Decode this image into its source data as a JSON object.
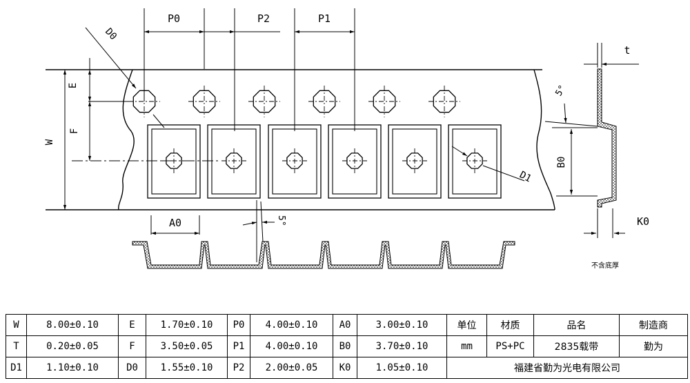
{
  "drawing": {
    "labels": {
      "P0": "P0",
      "P2": "P2",
      "P1": "P1",
      "D0": "D0",
      "D1": "D1",
      "E": "E",
      "F": "F",
      "W": "W",
      "A0": "A0",
      "B0": "B0",
      "K0": "K0",
      "t": "t",
      "angle_top": "5°",
      "angle_bottom": "5°",
      "note": "不含底厚"
    }
  },
  "spec_table": {
    "rows": [
      [
        {
          "text": "W"
        },
        {
          "text": "8.00±0.10"
        },
        {
          "text": "E"
        },
        {
          "text": "1.70±0.10"
        },
        {
          "text": "P0"
        },
        {
          "text": "4.00±0.10"
        },
        {
          "text": "A0"
        },
        {
          "text": "3.00±0.10"
        },
        {
          "text": "单位",
          "cn": true
        },
        {
          "text": "材质",
          "cn": true
        },
        {
          "text": "品名",
          "cn": true
        },
        {
          "text": "制造商",
          "cn": true
        }
      ],
      [
        {
          "text": "T"
        },
        {
          "text": "0.20±0.05"
        },
        {
          "text": "F"
        },
        {
          "text": "3.50±0.05"
        },
        {
          "text": "P1"
        },
        {
          "text": "4.00±0.10"
        },
        {
          "text": "B0"
        },
        {
          "text": "3.70±0.10"
        },
        {
          "text": "mm"
        },
        {
          "text": "PS+PC"
        },
        {
          "text": "2835载带",
          "cn": true
        },
        {
          "text": "勤为",
          "cn": true
        }
      ],
      [
        {
          "text": "D1"
        },
        {
          "text": "1.10±0.10"
        },
        {
          "text": "D0"
        },
        {
          "text": "1.55±0.10"
        },
        {
          "text": "P2"
        },
        {
          "text": "2.00±0.05"
        },
        {
          "text": "K0"
        },
        {
          "text": "1.05±0.10"
        },
        {
          "text": "福建省勤为光电有限公司",
          "cn": true,
          "colspan": 4
        }
      ]
    ]
  }
}
